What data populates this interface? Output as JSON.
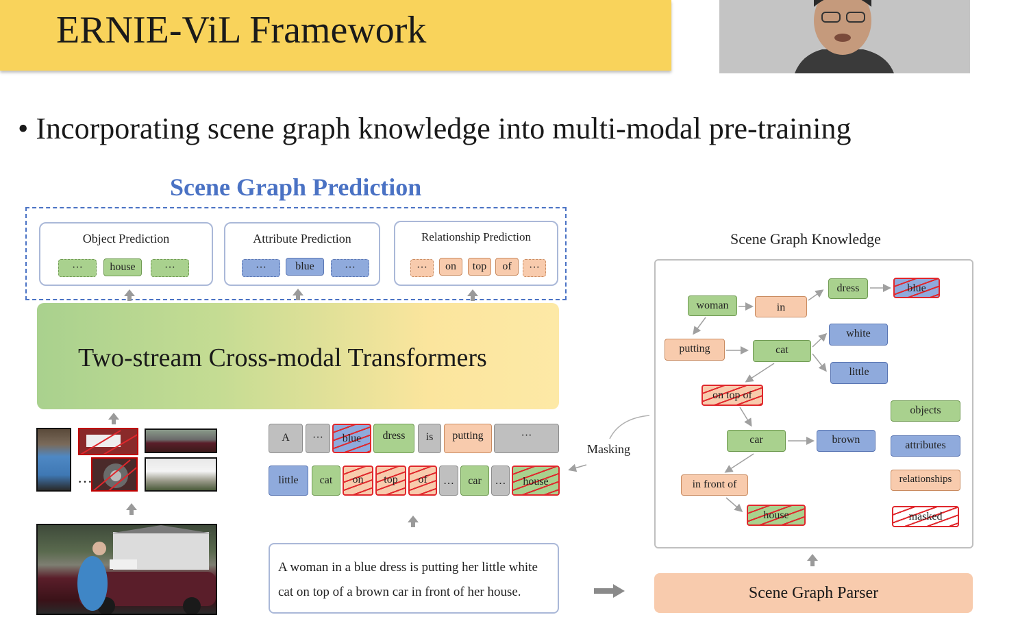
{
  "slide": {
    "title": "ERNIE-ViL Framework",
    "bullet": "Incorporating scene graph knowledge into multi-modal pre-training"
  },
  "scene_graph_prediction": {
    "heading": "Scene Graph Prediction",
    "object": {
      "title": "Object Prediction",
      "tokens": [
        "···",
        "house",
        "···"
      ]
    },
    "attribute": {
      "title": "Attribute Prediction",
      "tokens": [
        "···",
        "blue",
        "···"
      ]
    },
    "relationship": {
      "title": "Relationship Prediction",
      "tokens": [
        "···",
        "on",
        "top",
        "of",
        "···"
      ]
    }
  },
  "transformer": {
    "label": "Two-stream Cross-modal Transformers"
  },
  "text_tokens": {
    "row1": [
      "A",
      "···",
      "blue",
      "dress",
      "is",
      "putting",
      "···"
    ],
    "row2": [
      "little",
      "cat",
      "on",
      "top",
      "of",
      "…",
      "car",
      "…",
      "house"
    ]
  },
  "image_tokens": {
    "ellipsis": "…"
  },
  "masking_label": "Masking",
  "caption": {
    "line1": "A woman in a blue dress is putting her little white",
    "line2": "cat on top of a brown car in front of her house."
  },
  "scene_graph_knowledge": {
    "heading": "Scene Graph Knowledge",
    "nodes": {
      "woman": "woman",
      "in": "in",
      "dress": "dress",
      "blue": "blue",
      "putting": "putting",
      "cat": "cat",
      "white": "white",
      "little": "little",
      "on_top_of": "on top of",
      "car": "car",
      "brown": "brown",
      "in_front_of": "in front of",
      "house": "house"
    },
    "legend": [
      "objects",
      "attributes",
      "relationships",
      "masked"
    ]
  },
  "parser": {
    "label": "Scene Graph Parser"
  },
  "colors": {
    "title_bar": "#f9d35b",
    "heading_blue": "#4a72c4",
    "object": "#a9d18e",
    "attribute": "#8faadc",
    "relationship": "#f8cbad",
    "masked": "#e0272c"
  }
}
